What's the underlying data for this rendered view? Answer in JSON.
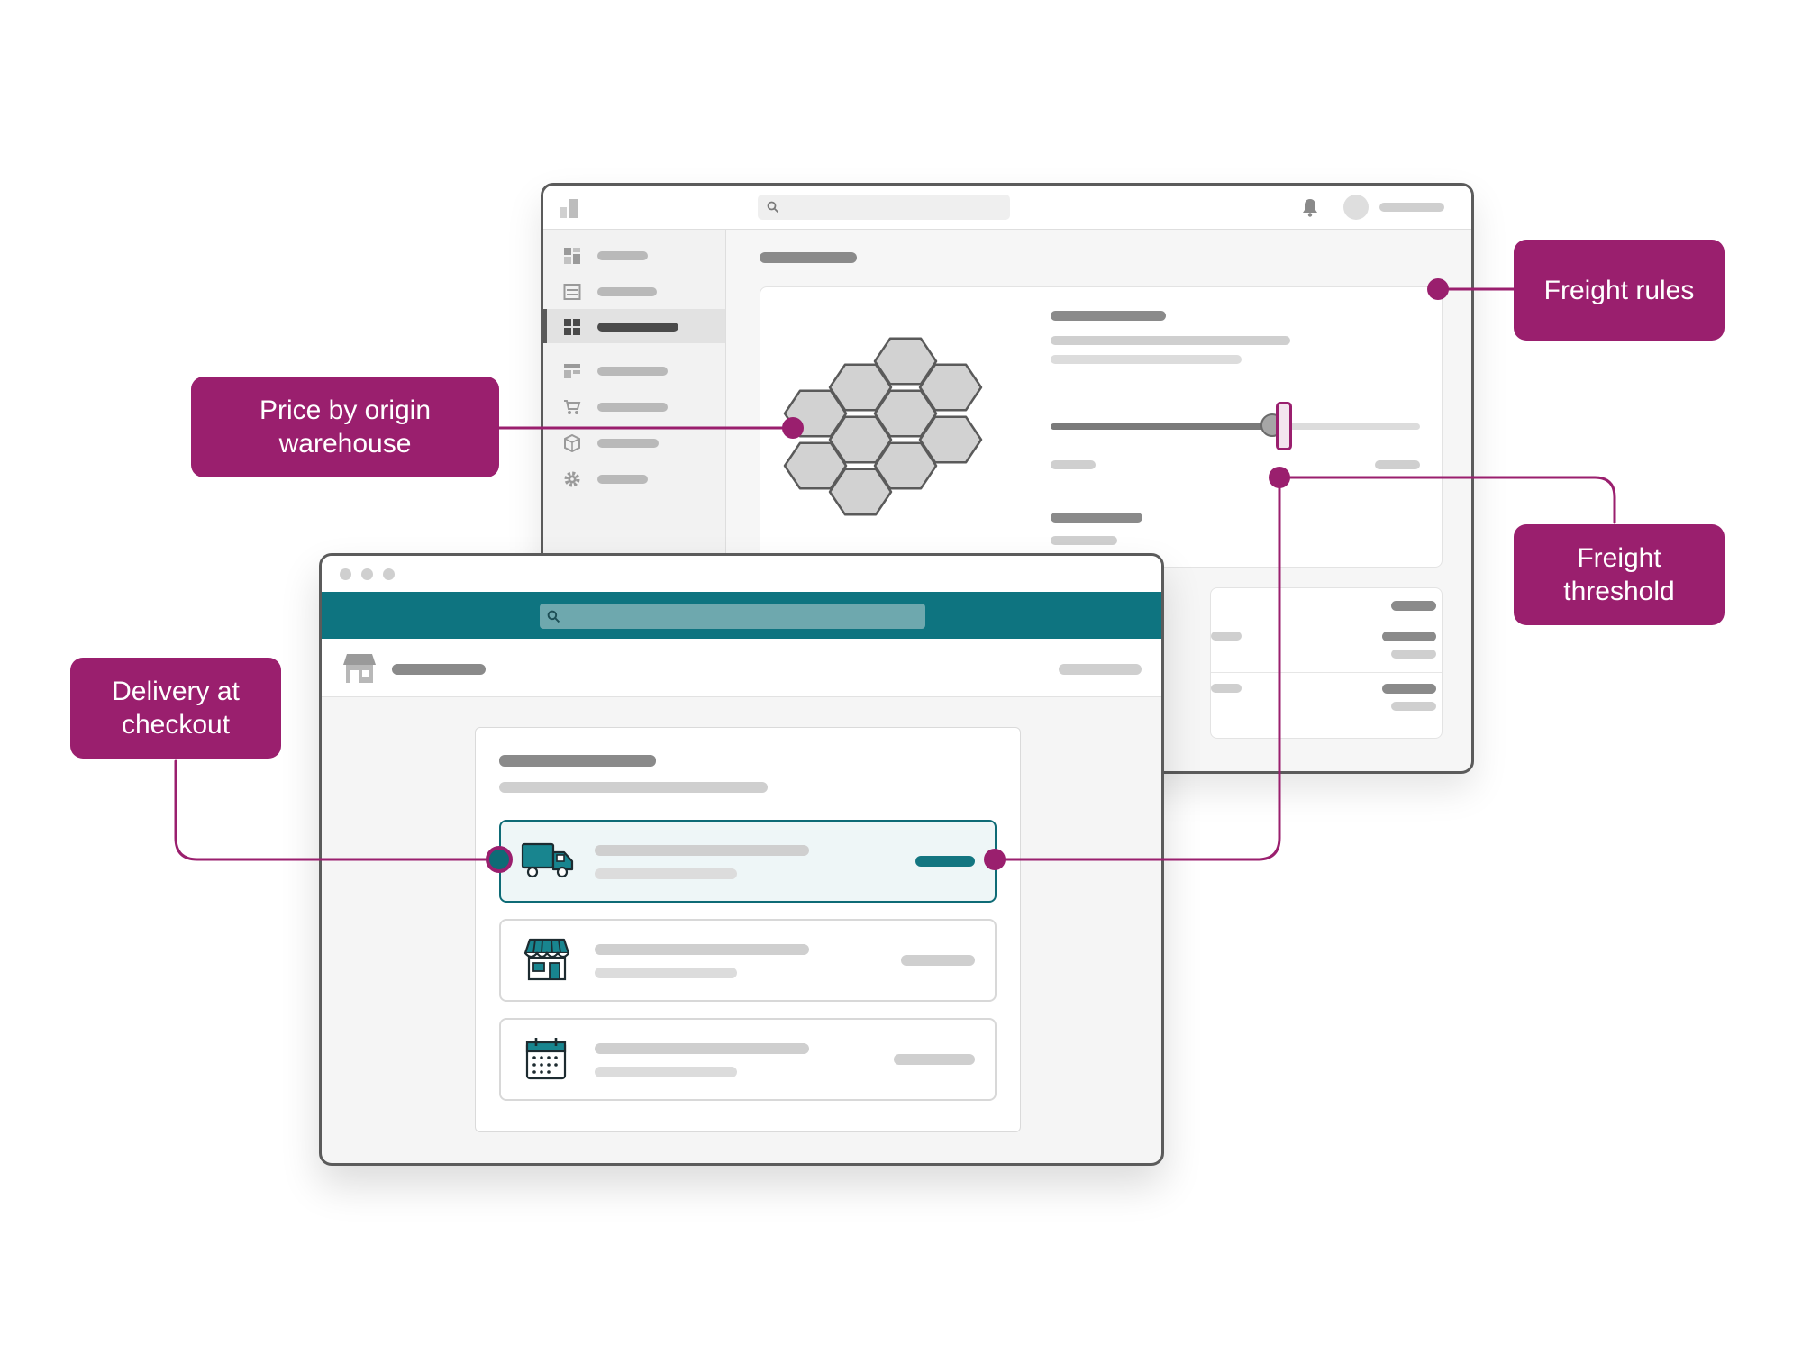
{
  "colors": {
    "accent": "#9a1f6e",
    "teal": "#0e7480",
    "window_border": "#5b5b5b"
  },
  "icons": {
    "admin_logo": "bar-chart-logo-icon",
    "search": "search-icon",
    "notifications": "bell-icon",
    "avatar": "avatar-circle",
    "sidebar": [
      "dashboard-grid-icon",
      "list-icon",
      "grid-icon",
      "layout-icon",
      "cart-icon",
      "box-icon",
      "gear-icon"
    ],
    "store_nav": "store-icon",
    "delivery": "truck-icon",
    "pickup": "storefront-icon",
    "scheduled": "calendar-icon"
  },
  "admin": {
    "sidebar_active_index": 2,
    "slider_level": 0.6
  },
  "checkout": {
    "selected_option": "delivery"
  },
  "callouts": {
    "freight_rules": "Freight rules",
    "price_by_origin": "Price by origin warehouse",
    "freight_threshold": "Freight threshold",
    "delivery_at_checkout": "Delivery at checkout"
  }
}
